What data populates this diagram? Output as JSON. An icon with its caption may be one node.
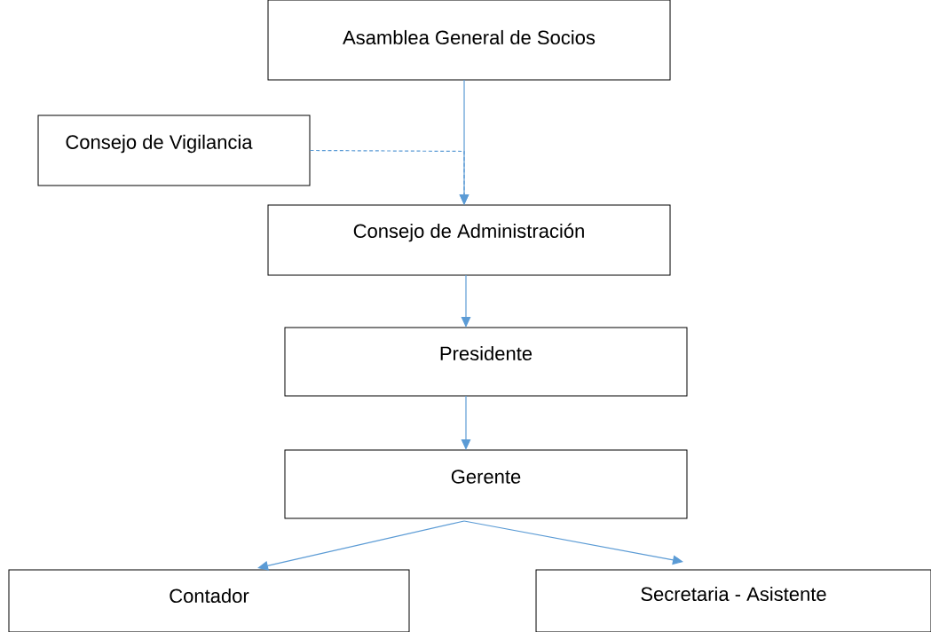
{
  "diagram": {
    "nodes": [
      {
        "text": [
          "Asamblea General de Socios"
        ]
      },
      {
        "text": [
          "Consejo de Vigilancia"
        ]
      },
      {
        "text": [
          "Consejo de Administración"
        ]
      },
      {
        "text": [
          "Presidente"
        ]
      },
      {
        "text": [
          "Gerente"
        ]
      },
      {
        "text": [
          "Contador"
        ]
      },
      {
        "text": [
          "Secretaria - Asistente"
        ]
      }
    ],
    "edges": [
      {
        "from": 0,
        "to": 2,
        "arrow": "to"
      },
      {
        "from": 1,
        "to": 2,
        "arrow": "to",
        "style": "dashed"
      },
      {
        "from": 2,
        "to": 3,
        "arrow": "to"
      },
      {
        "from": 3,
        "to": 4,
        "arrow": "to"
      },
      {
        "from": 4,
        "to": 5,
        "arrow": "to"
      },
      {
        "from": 4,
        "to": 6,
        "arrow": "to"
      }
    ]
  }
}
